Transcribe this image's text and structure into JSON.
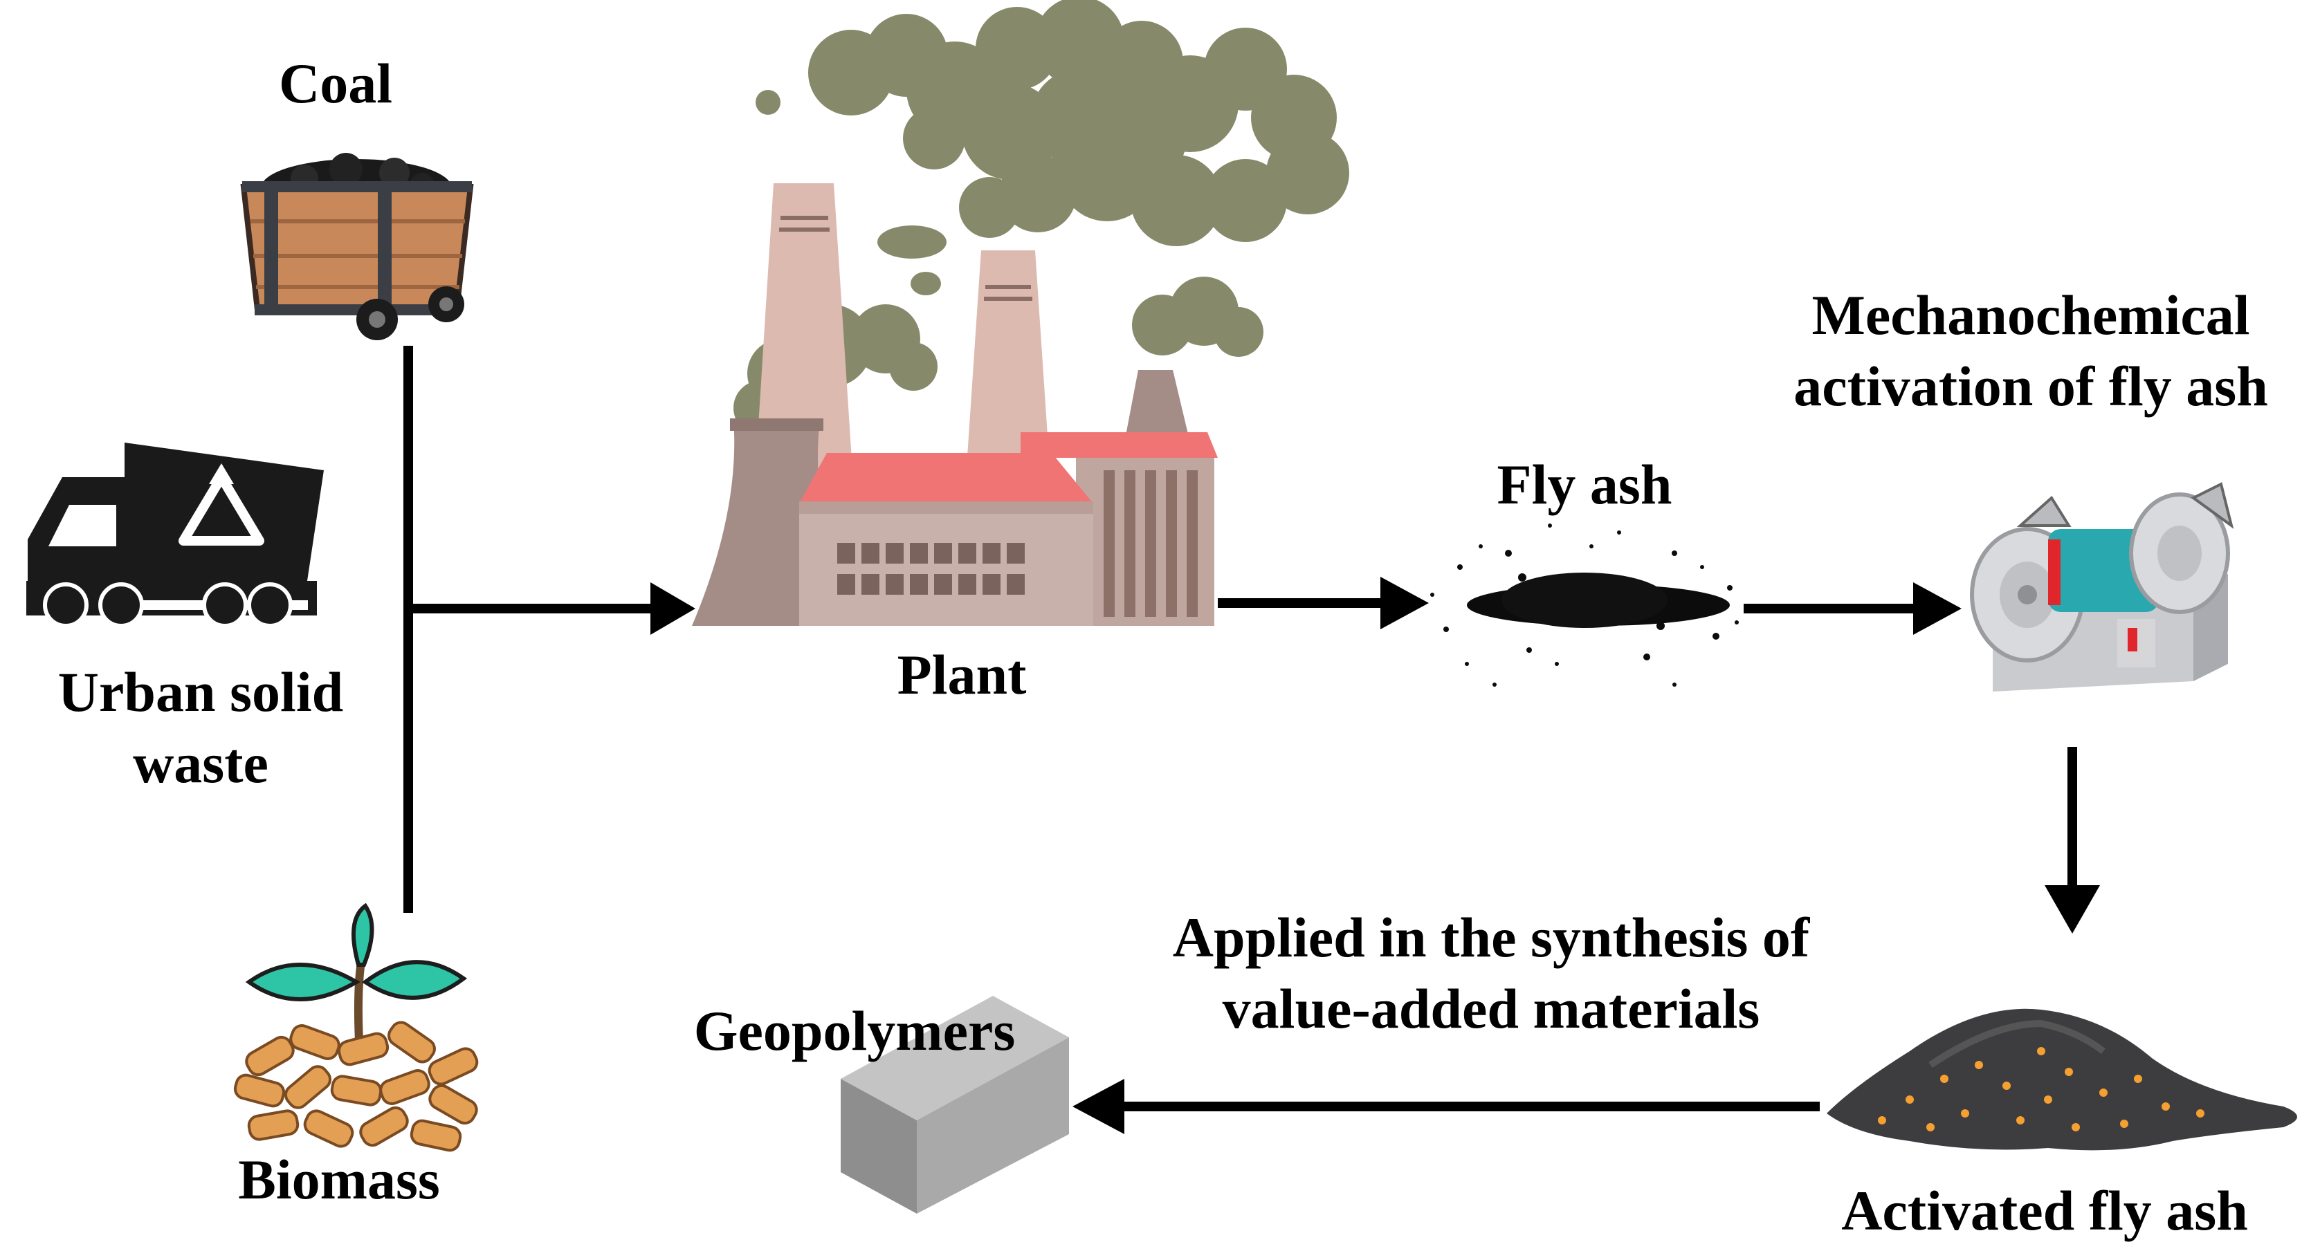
{
  "labels": {
    "coal": "Coal",
    "urban_line1": "Urban solid",
    "urban_line2": "waste",
    "biomass": "Biomass",
    "plant": "Plant",
    "fly_ash": "Fly ash",
    "mech_line1": "Mechanochemical",
    "mech_line2": "activation of fly ash",
    "activated": "Activated fly ash",
    "applied_line1": "Applied in the synthesis of",
    "applied_line2": "value-added materials",
    "geopolymers": "Geopolymers"
  },
  "icons": [
    "coal-cart-icon",
    "garbage-truck-icon",
    "recycle-icon",
    "biomass-sprout-icon",
    "power-plant-icon",
    "smoke-cloud-icon",
    "fly-ash-particles-icon",
    "grinder-machine-icon",
    "activated-ash-pile-icon",
    "geopolymer-block-icon"
  ],
  "colors": {
    "smoke": "#878a6a",
    "chimney": "#dcbab0",
    "roof": "#f07474",
    "building": "#bfa7a0",
    "cooling_tower": "#a48d86",
    "coal_cart_wood": "#c8885a",
    "leaf": "#2ec4a6",
    "wood_logs": "#e3a054",
    "grinder_teal": "#2aa8b0",
    "grinder_red": "#e0262b",
    "ember": "#f5a030",
    "block_gray": "#a9a9a9"
  }
}
